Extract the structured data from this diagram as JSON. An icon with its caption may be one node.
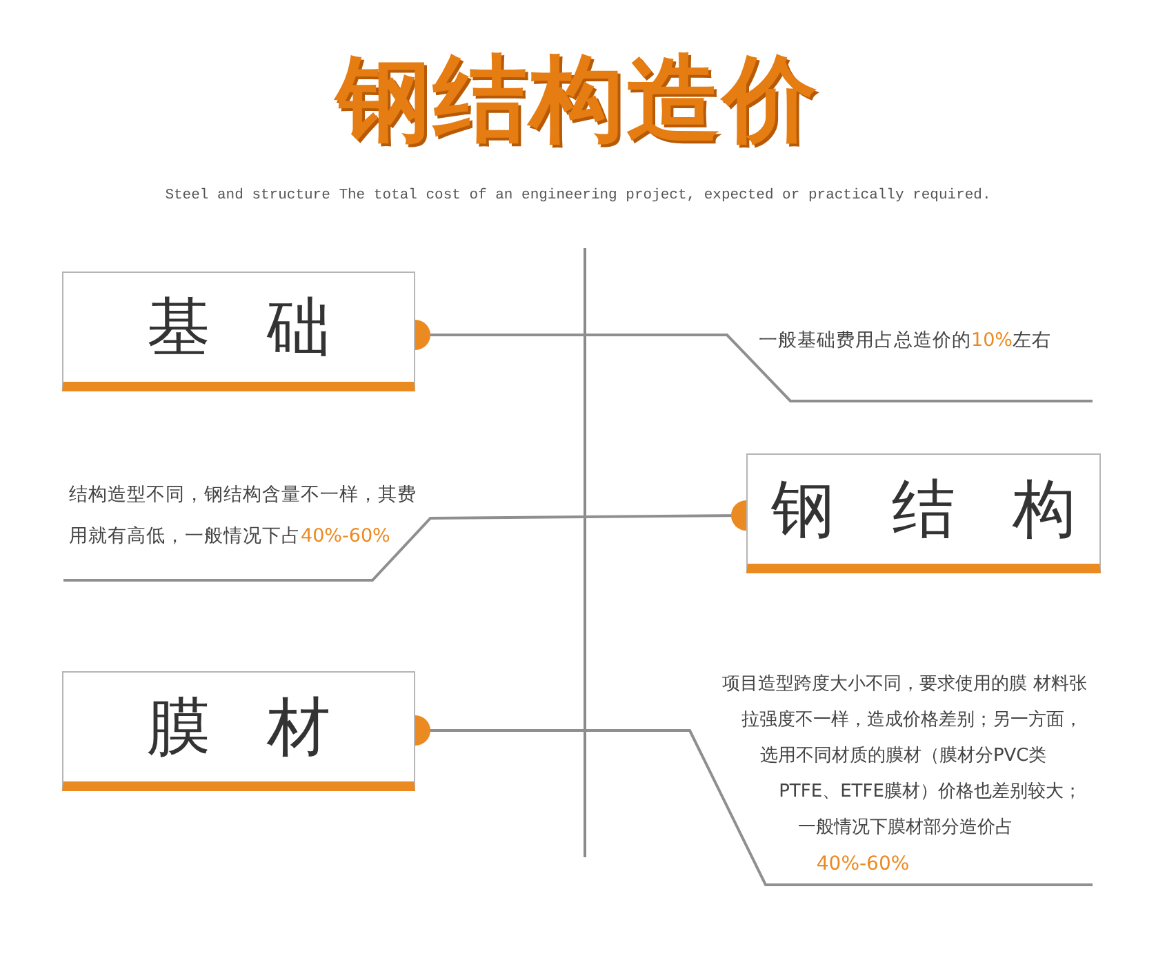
{
  "diagram": {
    "title": "钢结构造价",
    "nodes": [
      {
        "text": [
          "基础"
        ]
      },
      {
        "text": [
          "一般基础费用占总造价的10%左右"
        ]
      },
      {
        "text": [
          "结构造型不同，钢结构含量不一样，其费用就有高低，一般情况下占40%-60%"
        ]
      },
      {
        "text": [
          "钢结构"
        ]
      },
      {
        "text": [
          "膜材"
        ]
      },
      {
        "text": [
          "项目造型跨度大小不同，要求使用的膜 材料张拉强度不一样，造成价格差别；另一方面，选用不同材质的膜材（膜材分PVC类PTFE、ETFE膜材）价格也差别较大；一般情况下膜材部分造价占",
          "40%-60%"
        ]
      }
    ],
    "edges": [
      {
        "from": 0,
        "to": 1,
        "arrow": "other"
      },
      {
        "from": 3,
        "to": 2,
        "arrow": "other"
      },
      {
        "from": 4,
        "to": 5,
        "arrow": "other"
      }
    ],
    "labels": [
      "Steel and structure The total cost of an engineering project, expected or practically required."
    ]
  }
}
